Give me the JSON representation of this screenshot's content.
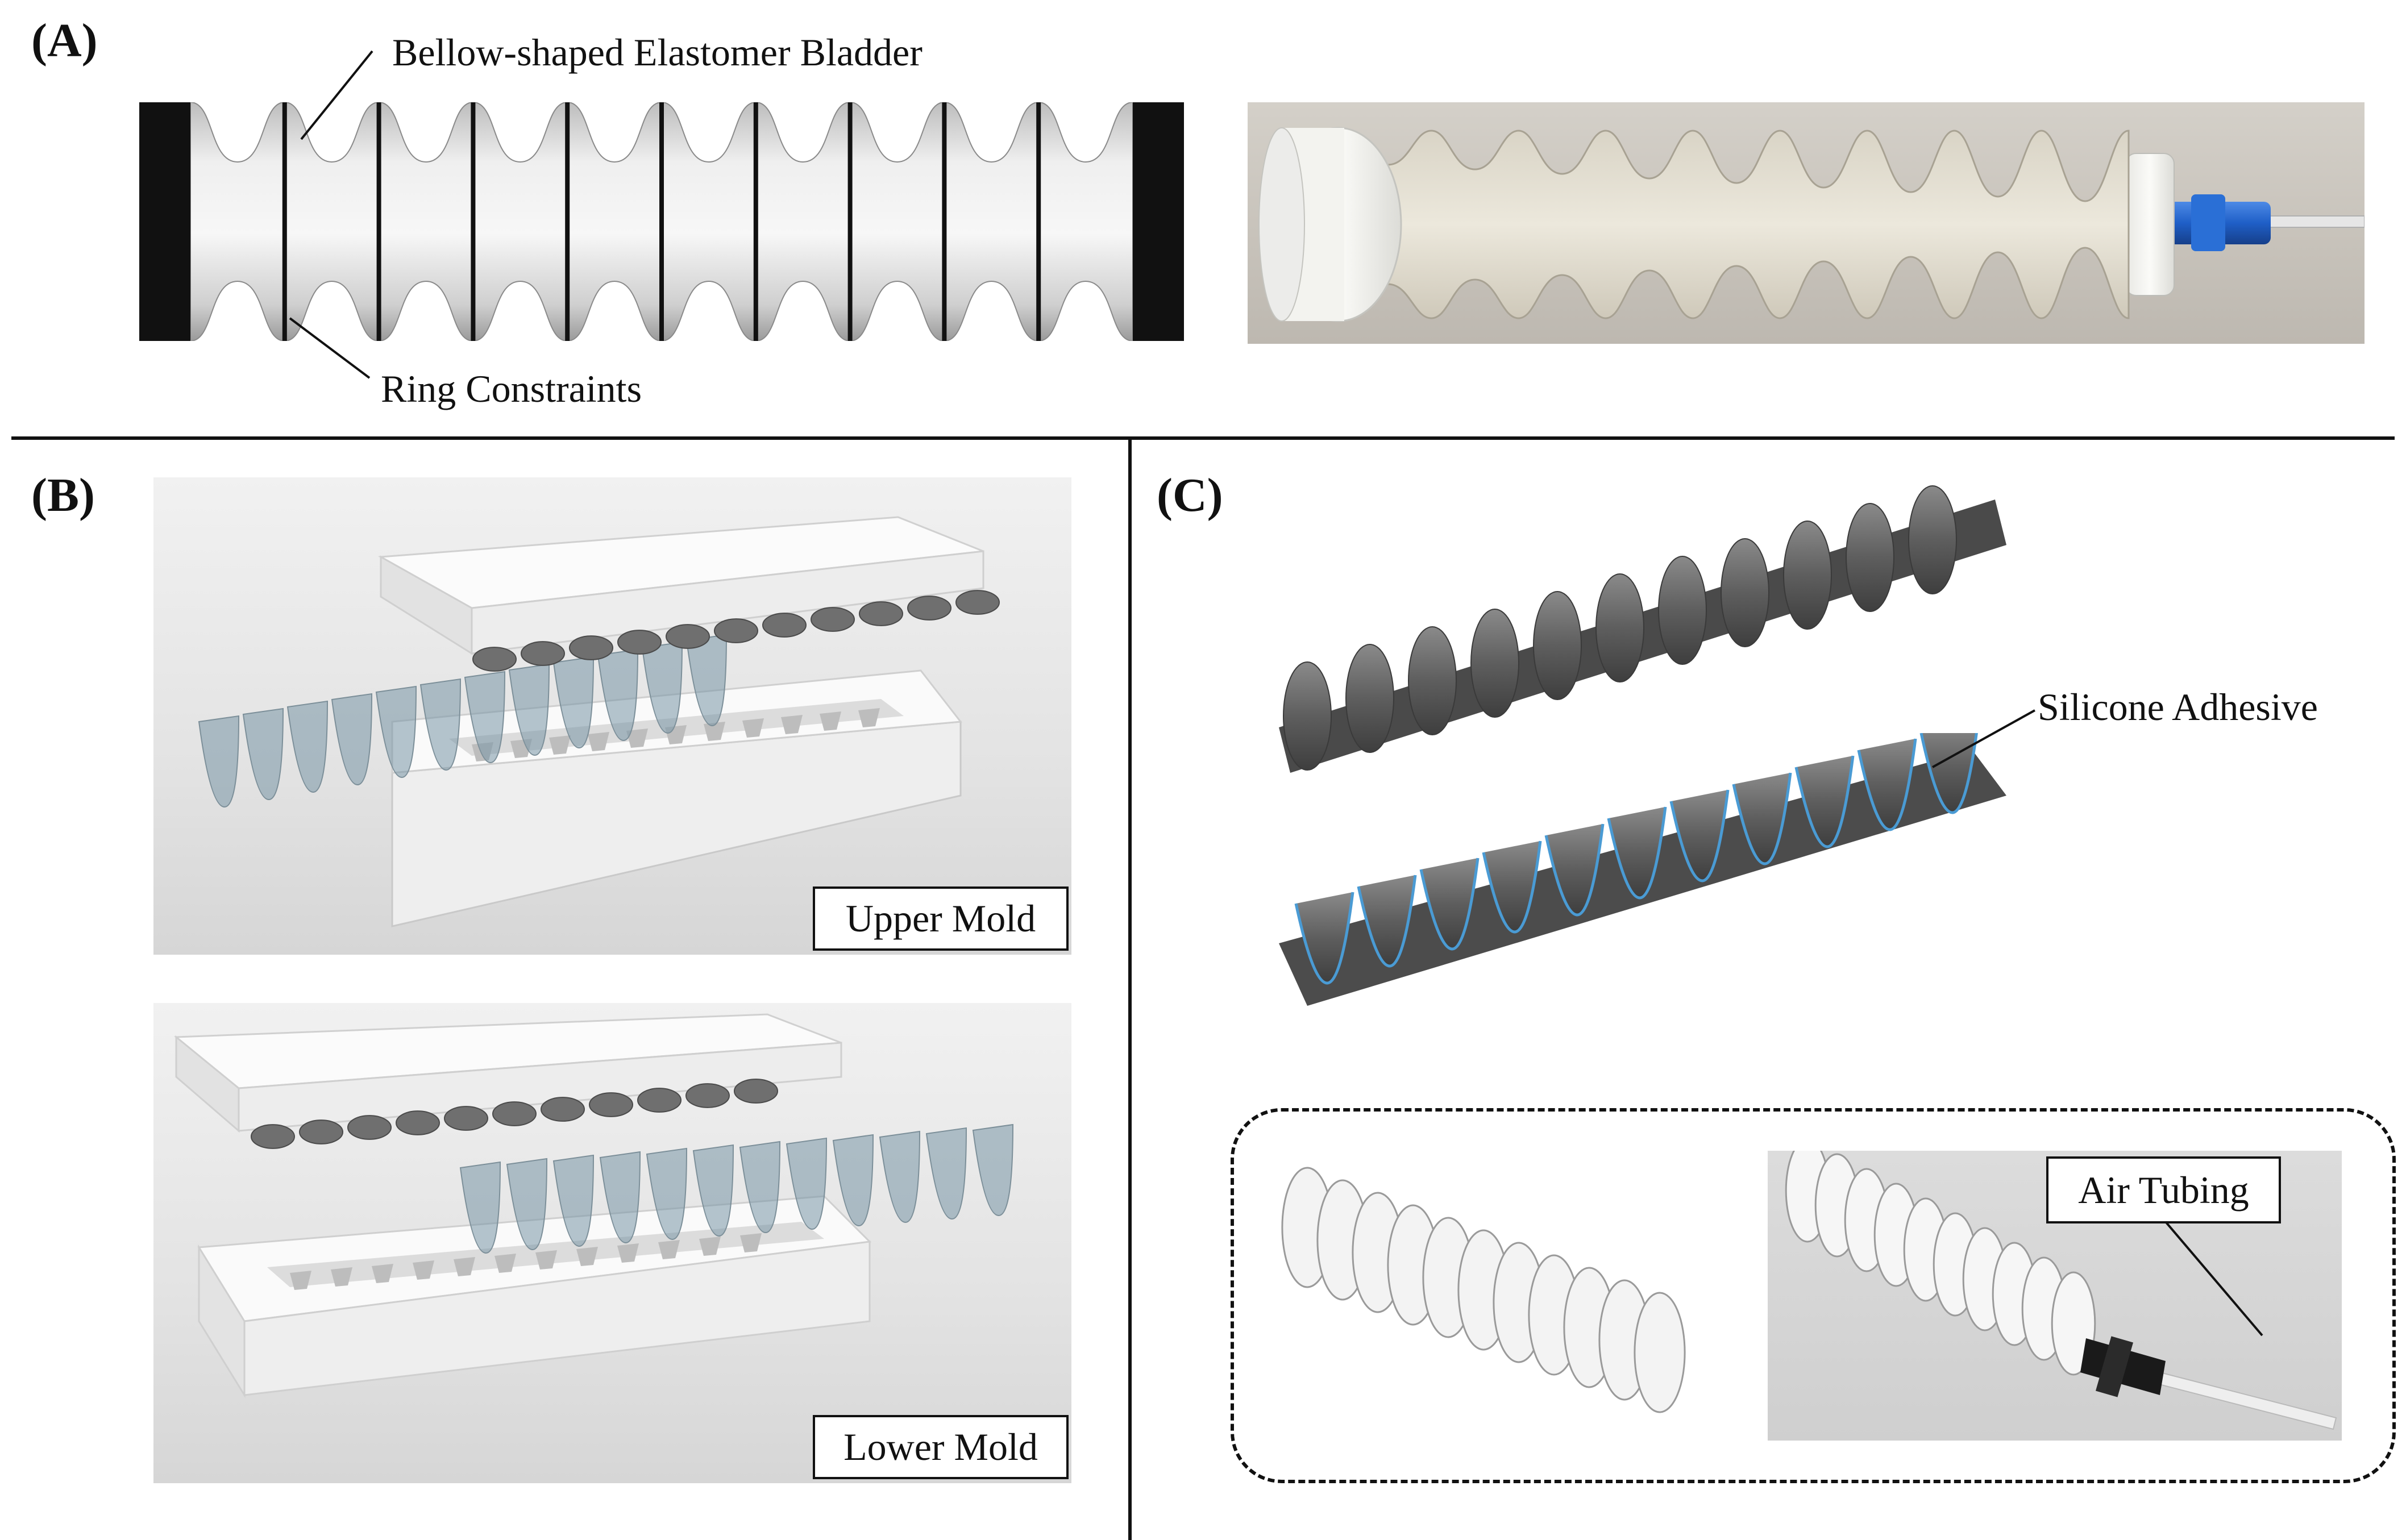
{
  "panels": {
    "a": {
      "label": "(A)"
    },
    "b": {
      "label": "(B)"
    },
    "c": {
      "label": "(C)"
    }
  },
  "callouts": {
    "bladder": "Bellow-shaped Elastomer Bladder",
    "rings": "Ring Constraints",
    "upper_mold": "Upper Mold",
    "lower_mold": "Lower Mold",
    "silicone_adhesive": "Silicone Adhesive",
    "air_tubing": "Air Tubing"
  },
  "colors": {
    "end_cap": "#111111",
    "bellow_dark": "#555555",
    "mold_white": "#f4f4f4",
    "half_shell": "#6a6a6a",
    "adhesive_line": "#4a9bd4",
    "fitting_blue": "#1f5fc7",
    "fitting_black": "#1a1a1a"
  }
}
